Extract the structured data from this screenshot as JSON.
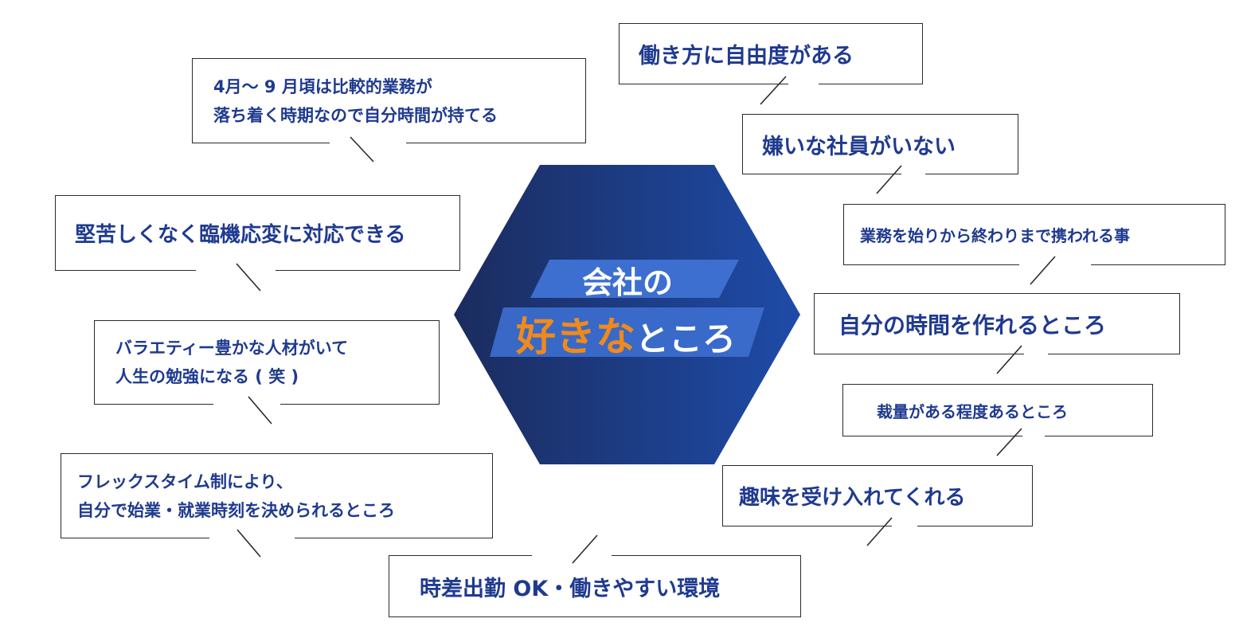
{
  "center": {
    "line1": "会社の",
    "highlight": "好きな",
    "rest": "ところ"
  },
  "colors": {
    "hex_dark": "#1b2c5e",
    "hex_light": "#1e4ba8",
    "banner": "#3d6fd0",
    "text_blue": "#1f3a8f",
    "highlight": "#f08a1c",
    "line": "#2a2a2a"
  },
  "items": {
    "a": [
      "働き方に自由度がある"
    ],
    "b": [
      "4月〜 9 月頃は比較的業務が",
      "落ち着く時期なので自分時間が持てる"
    ],
    "c": [
      "嫌いな社員がいない"
    ],
    "d": [
      "堅苦しくなく臨機応変に対応できる"
    ],
    "e": [
      "業務を始りから終わりまで携われる事"
    ],
    "f": [
      "自分の時間を作れるところ"
    ],
    "g": [
      "バラエティー豊かな人材がいて",
      "人生の勉強になる ( 笑 )"
    ],
    "h": [
      "裁量がある程度あるところ"
    ],
    "i": [
      "フレックスタイム制により、",
      "自分で始業・就業時刻を決められるところ"
    ],
    "j": [
      "趣味を受け入れてくれる"
    ],
    "k": [
      "時差出勤 OK・働きやすい環境"
    ]
  }
}
